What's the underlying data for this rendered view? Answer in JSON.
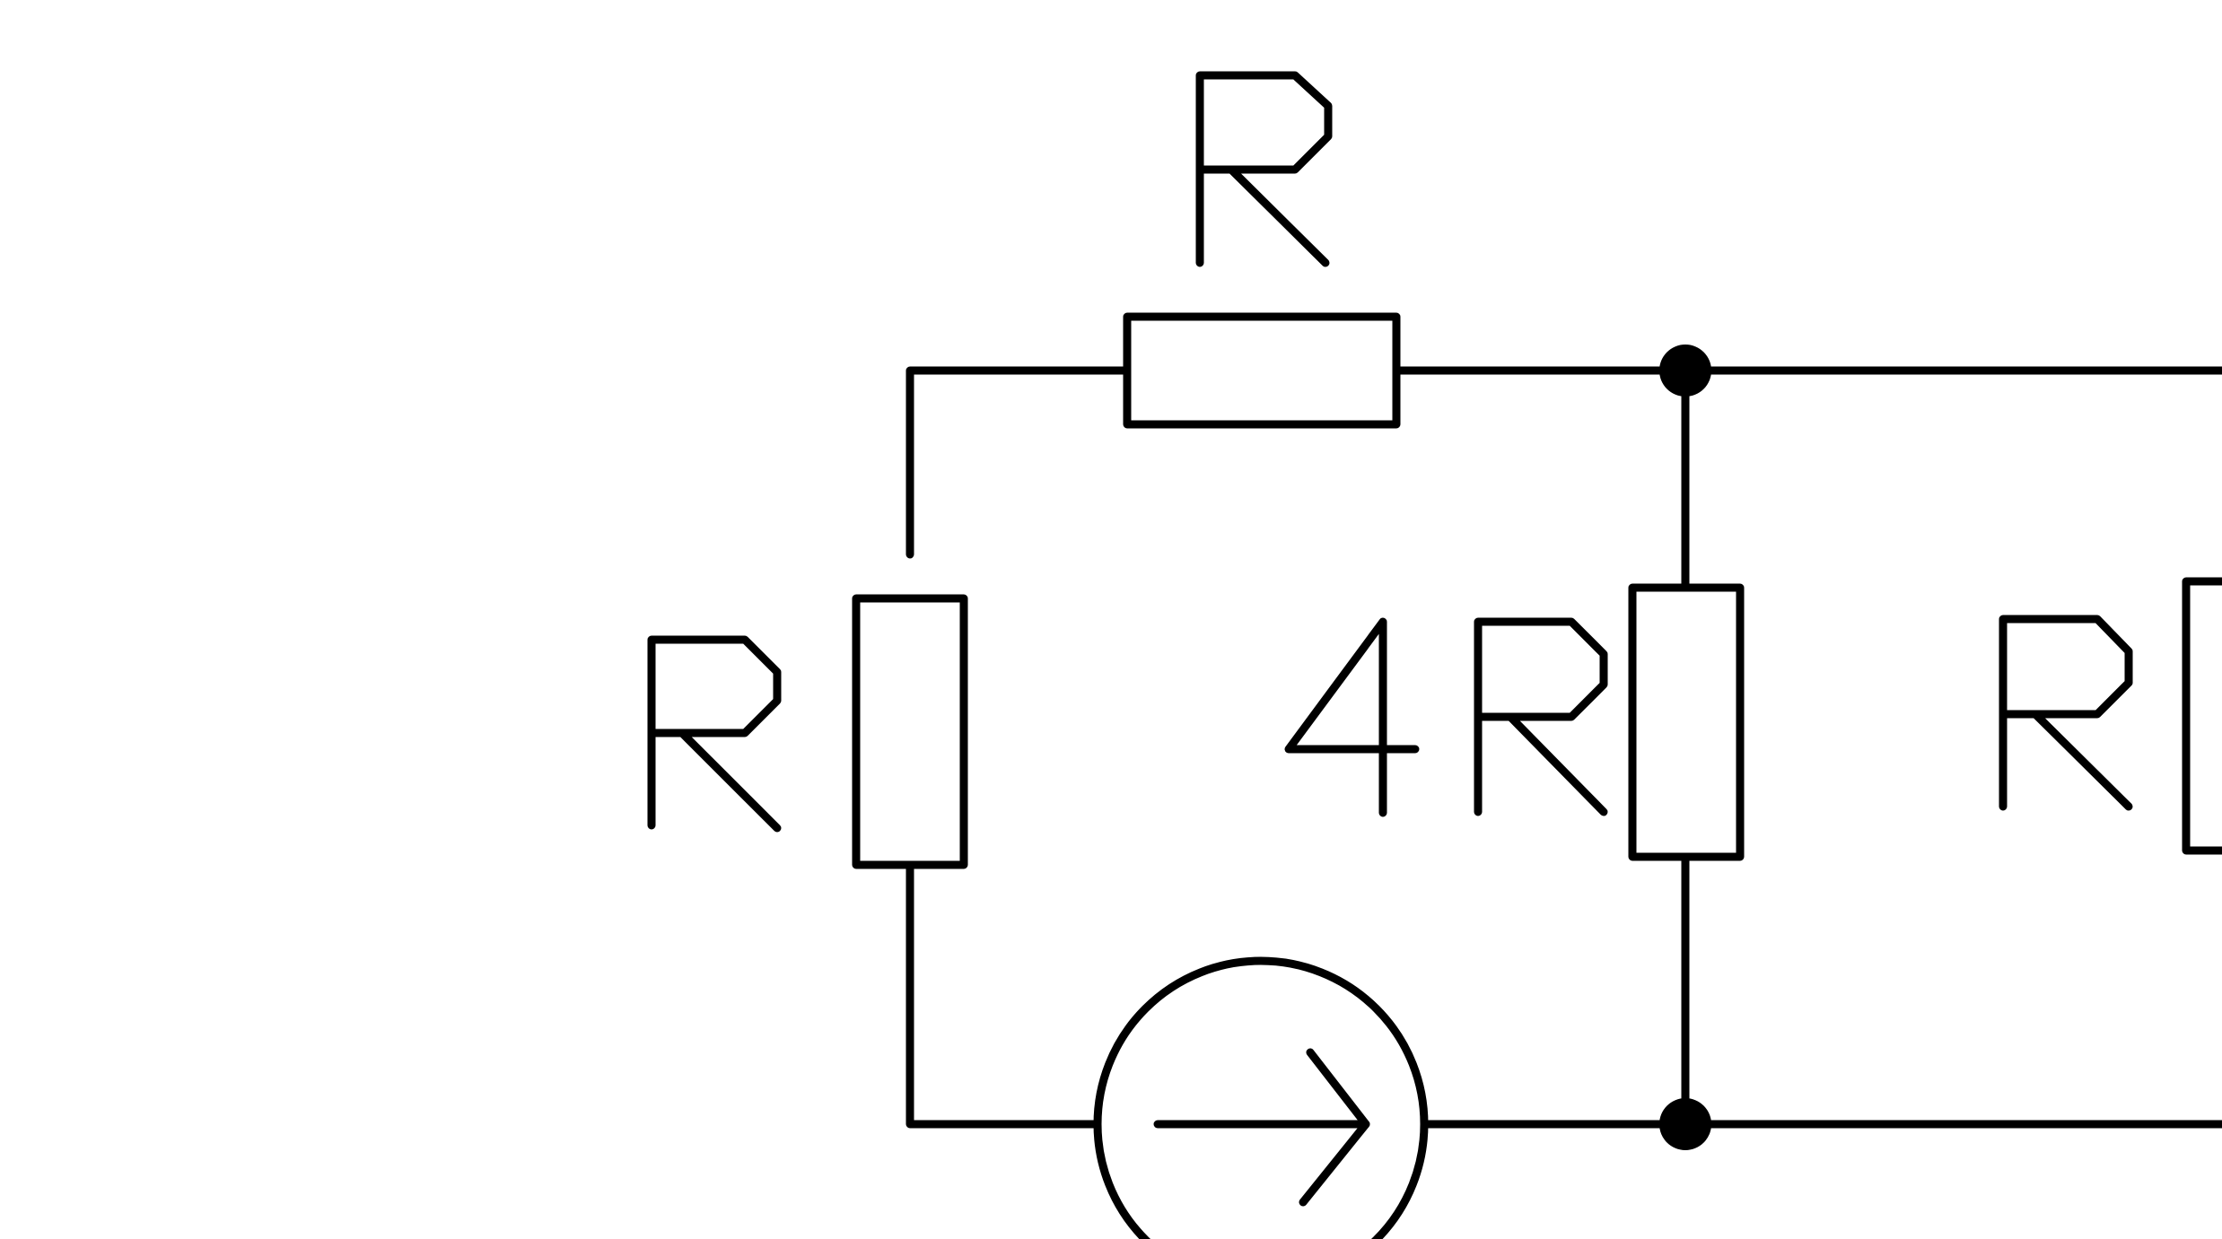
{
  "colors": {
    "line": "#000000",
    "background": "#ffffff"
  },
  "labels": {
    "top_resistor": "R",
    "left_resistor": "R",
    "middle_resistor": "4R",
    "right_resistor": "R"
  },
  "components": {
    "current_source_icon": "current-source-icon"
  }
}
